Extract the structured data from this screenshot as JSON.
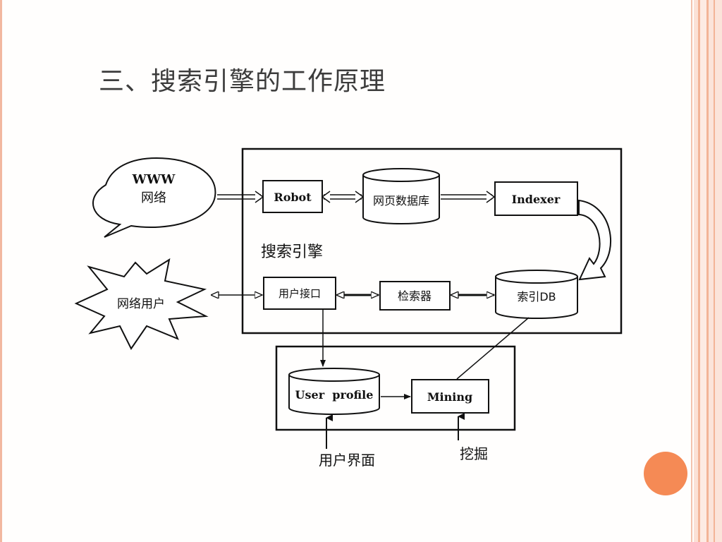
{
  "slide": {
    "title": "三、搜索引擎的工作原理"
  },
  "diagram": {
    "www_line1": "WWW",
    "www_line2": "网络",
    "network_user": "网络用户",
    "search_engine_label": "搜索引擎",
    "robot": "Robot",
    "webpage_db": "网页数据库",
    "indexer": "Indexer",
    "user_interface": "用户接口",
    "retriever": "检索器",
    "index_db": "索引DB",
    "user_profile": "User  profile",
    "mining": "Mining",
    "caption_user_interface": "用户界面",
    "caption_mining": "挖掘"
  },
  "colors": {
    "accent_dot": "#f58a55",
    "stripe": "#f3b497",
    "title_text": "#3c3c3c",
    "line": "#111111"
  }
}
